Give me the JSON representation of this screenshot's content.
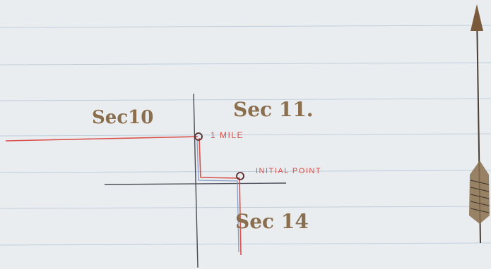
{
  "sections": {
    "sec10": "Sec10",
    "sec11": "Sec 11.",
    "sec14": "Sec 14"
  },
  "annotations": {
    "one_mile": "1 MILE",
    "initial_point": "INITIAL POINT"
  },
  "colors": {
    "paper": "#e9edf0",
    "rule_line": "#b7c7d6",
    "red_ink": "#d9504a",
    "pencil": "#4a4d55",
    "brown_ink": "#8a6e4e",
    "blue_ink": "#7d95c0"
  },
  "icons": {
    "north_arrow": "north-arrow-icon"
  }
}
